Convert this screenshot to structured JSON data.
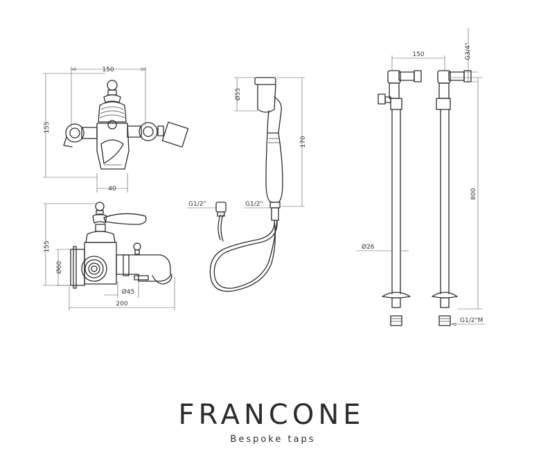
{
  "dimensions": {
    "mixer_top_width": "150",
    "mixer_top_height": "155",
    "mixer_top_spout": "40",
    "mixer_front_height": "155",
    "mixer_front_diameter": "Ø60",
    "mixer_front_outlet": "Ø45",
    "mixer_front_width": "200",
    "handshower_diameter": "Ø55",
    "handshower_length": "170",
    "hose_connector_left": "G1/2\"",
    "hose_connector_right": "G1/2\"",
    "standpipe_spacing": "150",
    "standpipe_top_thread": "G3/4\"",
    "standpipe_height": "800",
    "standpipe_diameter": "Ø26",
    "standpipe_bottom_thread": "G1/2\"M"
  },
  "brand": {
    "name": "FRANCONE",
    "tagline": "Bespoke taps"
  }
}
